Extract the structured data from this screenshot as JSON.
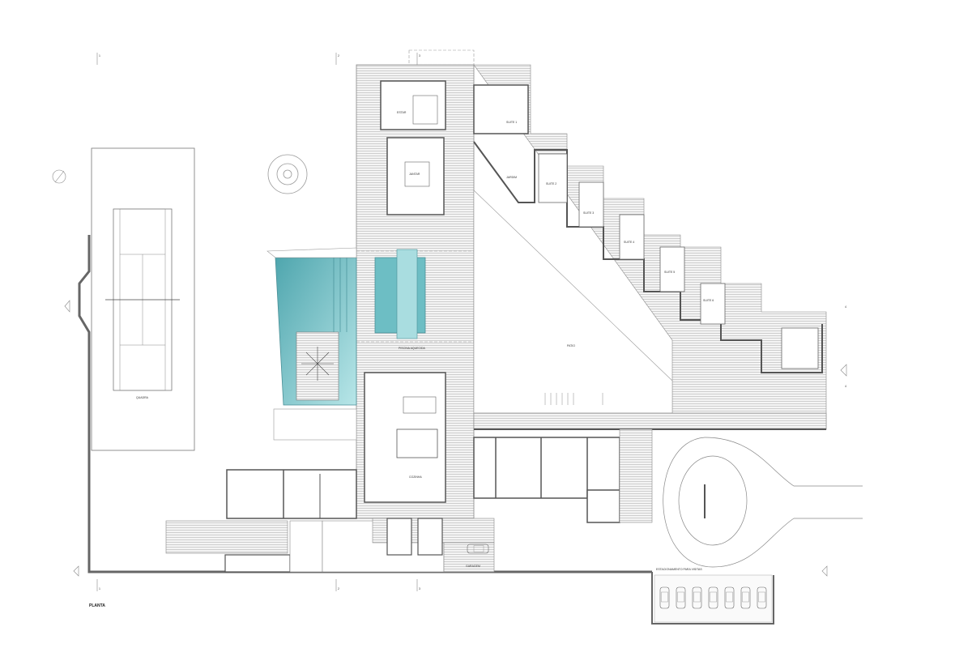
{
  "drawing": {
    "title": "PLANTA",
    "labels": {
      "suite1": "SUITE 1",
      "suite2": "SUITE 2",
      "suite3": "SUITE 3",
      "suite4": "SUITE 4",
      "suite5": "SUITE 5",
      "suite6": "SUITE 6",
      "jardim": "JARDIM",
      "piscina": "PISCINA AQUECIDA",
      "patio": "PATIO",
      "estar": "ESTAR",
      "jantar": "JANTAR",
      "cozinha": "COZINHA",
      "quadra": "QUADRA",
      "estacionamento": "ESTACIONAMENTO PARA VISITAS",
      "garagem": "GARAGEM"
    },
    "section_marks": [
      "1",
      "1",
      "2",
      "2",
      "3",
      "3",
      "4",
      "4"
    ],
    "colors": {
      "pool": "#5fb8c0",
      "pool_light": "#b5e3e6",
      "wall": "#555555",
      "hatch": "#bbbbbb"
    }
  }
}
